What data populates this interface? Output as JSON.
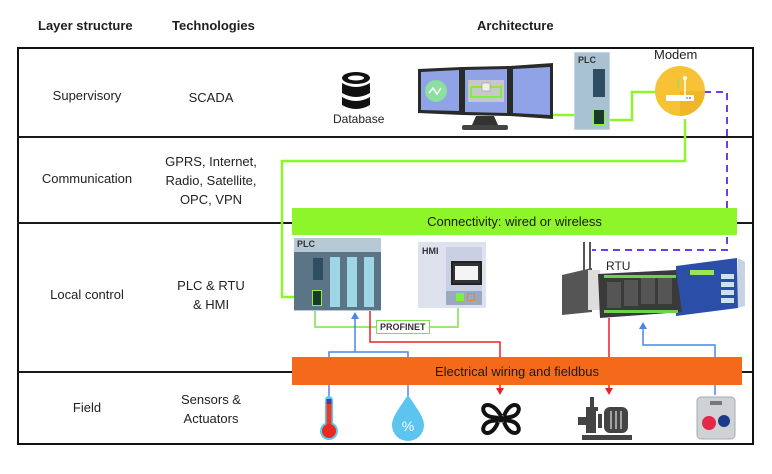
{
  "headers": {
    "layer_structure": "Layer structure",
    "technologies": "Technologies",
    "architecture": "Architecture"
  },
  "layers": [
    {
      "name": "Supervisory",
      "technologies": [
        "SCADA"
      ]
    },
    {
      "name": "Communication",
      "technologies": [
        "GPRS, Internet,",
        "Radio, Satellite,",
        "OPC, VPN"
      ]
    },
    {
      "name": "Local control",
      "technologies": [
        "PLC & RTU",
        "& HMI"
      ]
    },
    {
      "name": "Field",
      "technologies": [
        "Sensors &",
        "Actuators"
      ]
    }
  ],
  "architecture": {
    "supervisory": {
      "database_label": "Database",
      "plc_label": "PLC",
      "modem_label": "Modem"
    },
    "connectivity_bar": "Connectivity: wired or wireless",
    "local_control": {
      "plc_label": "PLC",
      "hmi_label": "HMI",
      "rtu_label": "RTU",
      "profinet_label": "PROFINET"
    },
    "fieldbus_bar": "Electrical wiring and fieldbus",
    "field_devices": [
      {
        "name": "temperature sensor",
        "icon": "thermometer-icon"
      },
      {
        "name": "humidity sensor",
        "icon": "humidity-drop-icon",
        "symbol": "%"
      },
      {
        "name": "fan actuator",
        "icon": "fan-icon"
      },
      {
        "name": "pump motor actuator",
        "icon": "pump-motor-icon"
      },
      {
        "name": "push button station",
        "icon": "push-button-box-icon"
      }
    ]
  },
  "colors": {
    "connectivity_green": "#8ef52a",
    "fieldbus_orange": "#f56a1a",
    "sensor_wire_blue": "#4a86e8",
    "actuator_wire_red": "#e8202a",
    "wireless_link_purple": "#6a3df0",
    "modem_yellow": "#f7c236"
  }
}
